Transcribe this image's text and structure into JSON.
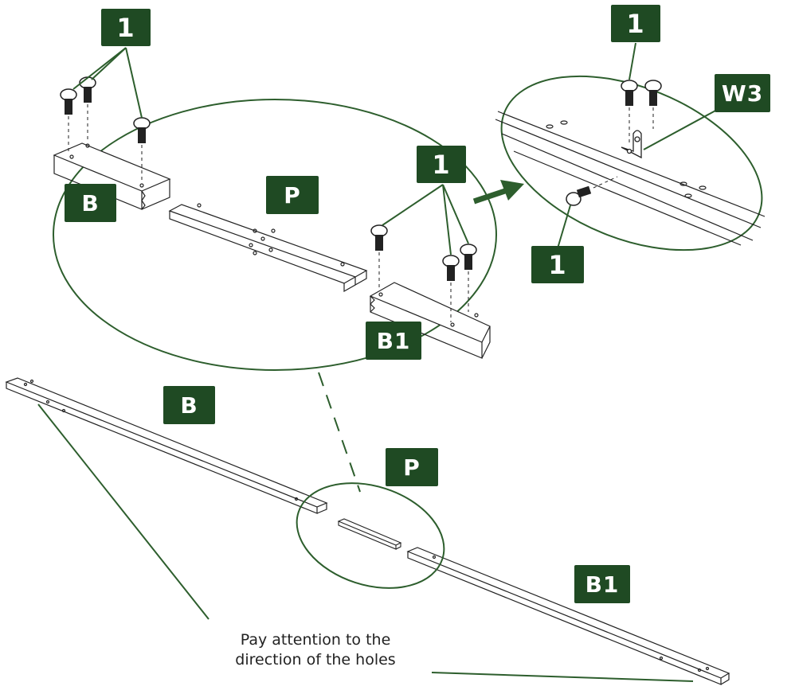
{
  "accent_color": "#1f4a23",
  "line_color": "#2d5e2d",
  "labels": {
    "screw_1a": "1",
    "screw_1b": "1",
    "screw_1c": "1",
    "screw_1d": "1",
    "bracket_w3": "W3",
    "part_b_detail": "B",
    "part_p_detail": "P",
    "part_b1_detail": "B1",
    "part_b_main": "B",
    "part_p_main": "P",
    "part_b1_main": "B1"
  },
  "note": {
    "line1": "Pay attention to the",
    "line2": "direction of the holes"
  },
  "icons": [
    "screw-icon",
    "arrow-right-icon",
    "bracket-icon"
  ]
}
